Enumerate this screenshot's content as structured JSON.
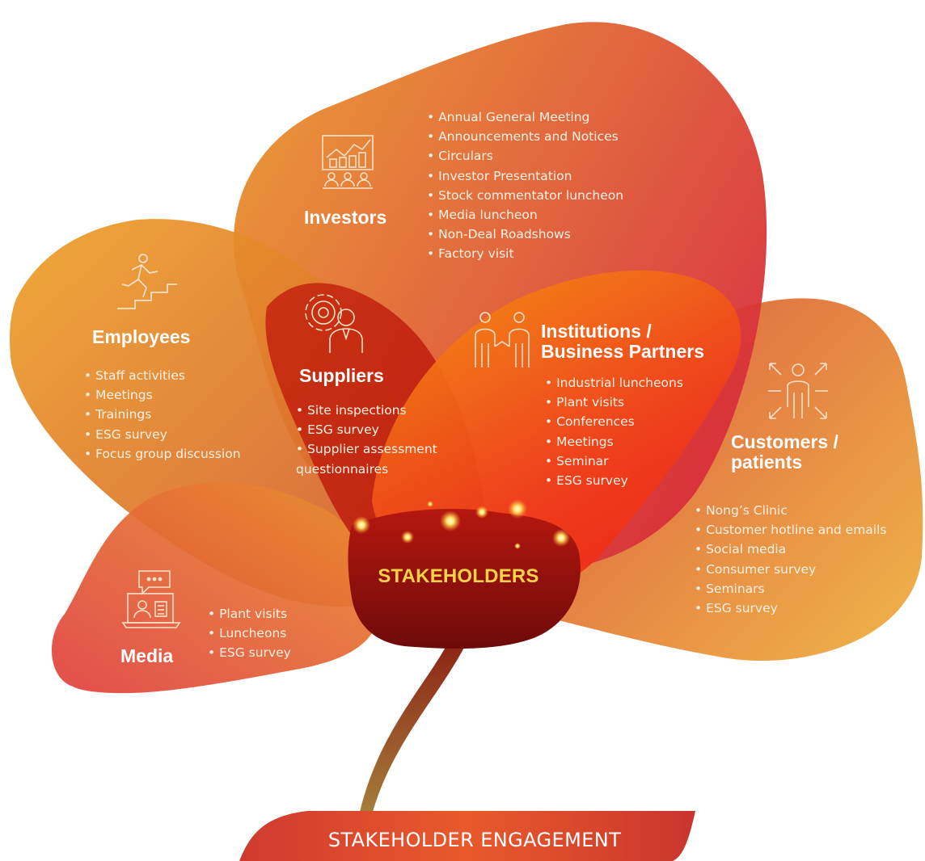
{
  "colors": {
    "petal_orange": "#e98a2e",
    "petal_red": "#d93a35",
    "core_dark": "#8d0e0c",
    "core_label": "#ffd24a",
    "banner": "#d8422f",
    "stem": "#8e5a2c"
  },
  "center_label": "STAKEHOLDERS",
  "banner_label": "STAKEHOLDER ENGAGEMENT",
  "groups": {
    "investors": {
      "icon": "investor-chart-icon",
      "title": "Investors",
      "items": [
        "Annual General Meeting",
        "Announcements and Notices",
        "Circulars",
        "Investor Presentation",
        "Stock commentator luncheon",
        "Media luncheon",
        "Non-Deal Roadshows",
        "Factory visit"
      ]
    },
    "employees": {
      "icon": "running-stairs-icon",
      "title": "Employees",
      "items": [
        "Staff activities",
        "Meetings",
        "Trainings",
        "ESG survey",
        "Focus group discussion"
      ]
    },
    "suppliers": {
      "icon": "supplier-gear-person-icon",
      "title": "Suppliers",
      "items": [
        "Site inspections",
        "ESG survey",
        "Supplier assessment questionnaires"
      ]
    },
    "institutions": {
      "icon": "handshake-people-icon",
      "title_line1": "Institutions /",
      "title_line2": "Business Partners",
      "items": [
        "Industrial luncheons",
        "Plant visits",
        "Conferences",
        "Meetings",
        "Seminar",
        "ESG survey"
      ]
    },
    "customers": {
      "icon": "person-arrows-icon",
      "title_line1": "Customers /",
      "title_line2": "patients",
      "items": [
        "Nong’s Clinic",
        "Customer hotline and emails",
        "Social media",
        "Consumer survey",
        "Seminars",
        "ESG survey"
      ]
    },
    "media": {
      "icon": "media-laptop-icon",
      "title": "Media",
      "items": [
        "Plant visits",
        "Luncheons",
        "ESG survey"
      ]
    }
  }
}
